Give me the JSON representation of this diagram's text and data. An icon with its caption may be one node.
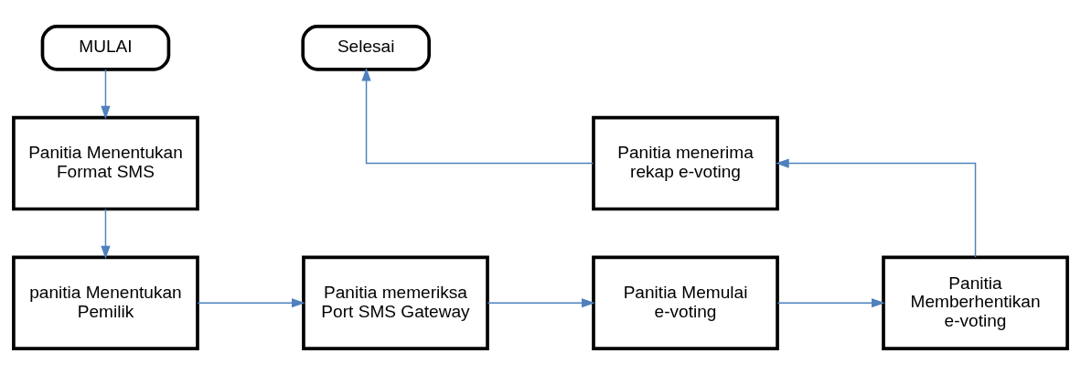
{
  "diagram": {
    "nodes": [
      {
        "text": [
          "MULAI"
        ]
      },
      {
        "text": [
          "Panitia Menentukan Format SMS"
        ]
      },
      {
        "text": [
          "panitia Menentukan Pemilik"
        ]
      },
      {
        "text": [
          "Panitia memeriksa Port SMS Gateway"
        ]
      },
      {
        "text": [
          "Panitia Memulai e-voting"
        ]
      },
      {
        "text": [
          "Panitia Memberhentikan e-voting"
        ]
      },
      {
        "text": [
          "Panitia menerima rekap e-voting"
        ]
      },
      {
        "text": [
          "Selesai"
        ]
      }
    ],
    "edges": [
      {
        "from": 0,
        "to": 1,
        "arrow": "to"
      },
      {
        "from": 1,
        "to": 2,
        "arrow": "to"
      },
      {
        "from": 2,
        "to": 3,
        "arrow": "to"
      },
      {
        "from": 3,
        "to": 4,
        "arrow": "to"
      },
      {
        "from": 4,
        "to": 5,
        "arrow": "to"
      },
      {
        "from": 5,
        "to": 6,
        "arrow": "to"
      },
      {
        "from": 6,
        "to": 7,
        "arrow": "to"
      }
    ]
  }
}
